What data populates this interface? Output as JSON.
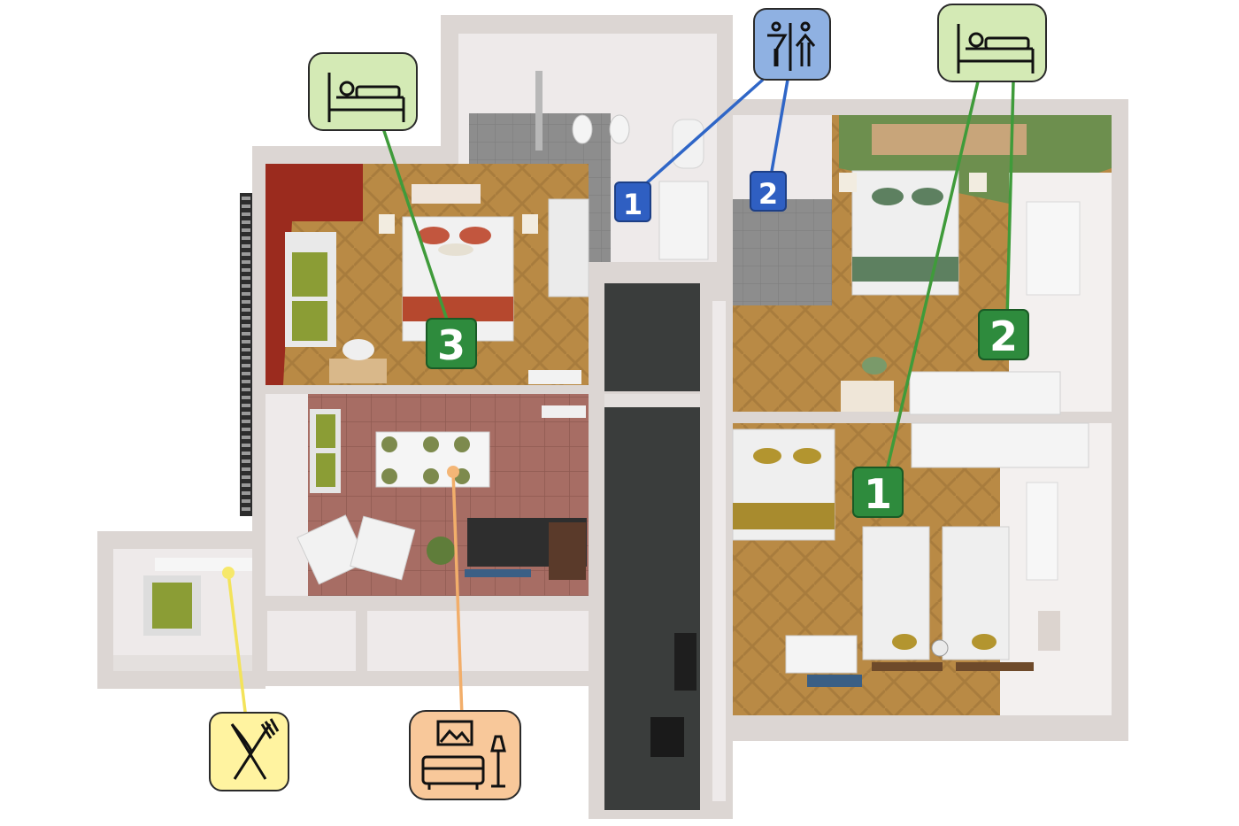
{
  "colors": {
    "bedroom_badge": "#6aa84f",
    "bedroom_number": "#2e8b3d",
    "bathroom_badge": "#7fa6dc",
    "bathroom_number": "#2f5fc2",
    "kitchen_badge": "#fff3a0",
    "living_badge": "#f8c89a",
    "wall": "#dcd6d3",
    "parquet": "#b98a45",
    "tile": "#a76d64",
    "red_wall": "#9b2b1e",
    "green_wall": "#6d8f4e",
    "dark_floor": "#3a3d3c"
  },
  "icons": {
    "bedroom_top_left": "bed-icon",
    "bedroom_top_right": "bed-icon",
    "bathroom": "restroom-icon",
    "kitchen": "fork-knife-icon",
    "living": "sofa-lamp-picture-icon"
  },
  "markers": {
    "bath_1": "1",
    "bath_2": "2",
    "bed_3": "3",
    "bed_2": "2",
    "bed_1": "1"
  }
}
